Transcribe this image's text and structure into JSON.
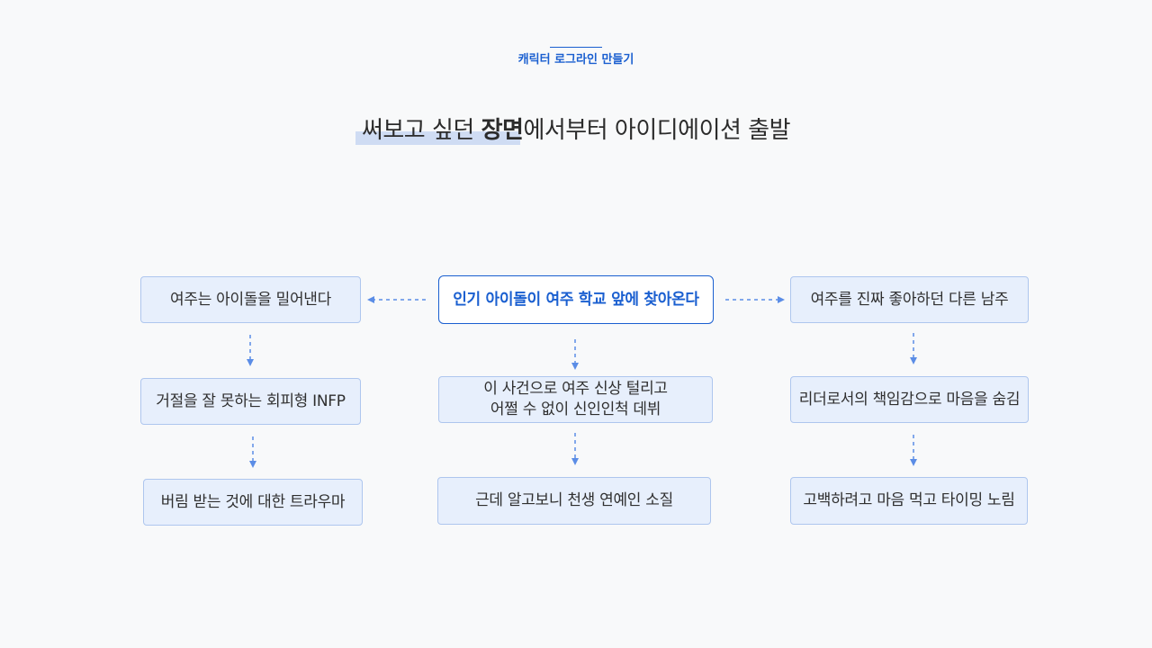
{
  "header": {
    "eyebrow": "캐릭터 로그라인 만들기",
    "title_pre": "써보고 싶던 ",
    "title_bold": "장면",
    "title_post": "에서부터 아이디에이션 출발"
  },
  "diagram": {
    "root": "인기 아이돌이 여주 학교 앞에 찾아온다",
    "left": {
      "node1": "여주는 아이돌을 밀어낸다",
      "node2": "거절을 잘 못하는 회피형 INFP",
      "node3": "버림 받는 것에 대한 트라우마"
    },
    "center": {
      "node2_line1": "이 사건으로 여주 신상 털리고",
      "node2_line2": "어쩔 수 없이 신인인척 데뷔",
      "node3": "근데 알고보니 천생 연예인 소질"
    },
    "right": {
      "node1": "여주를 진짜 좋아하던 다른 남주",
      "node2": "리더로서의 책임감으로 마음을 숨김",
      "node3": "고백하려고 마음 먹고 타이밍 노림"
    }
  },
  "colors": {
    "accent": "#1a5fd0",
    "node_fill": "#e7effc",
    "node_border": "#aec6ee",
    "arrow": "#5b8de6",
    "highlight": "#cfdcf3"
  }
}
